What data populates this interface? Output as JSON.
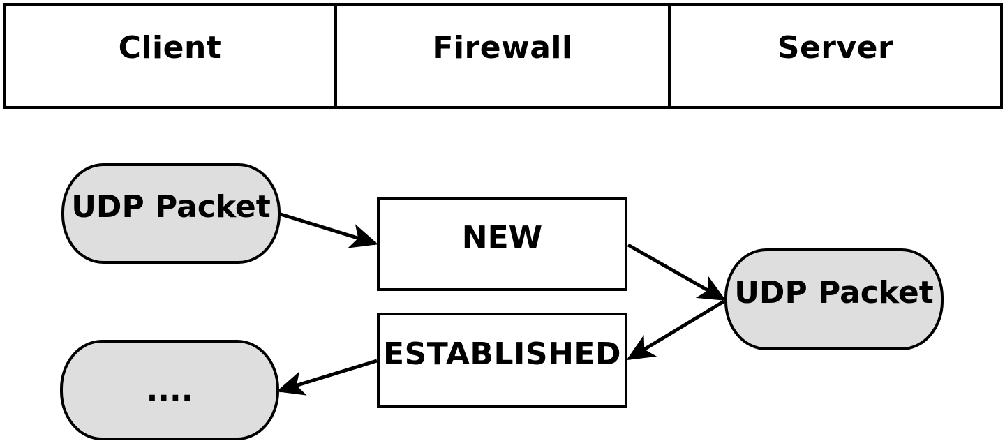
{
  "lanes": [
    {
      "label": "Client"
    },
    {
      "label": "Firewall"
    },
    {
      "label": "Server"
    }
  ],
  "nodes": {
    "client_packet": "UDP Packet",
    "state_new": "NEW",
    "server_packet": "UDP Packet",
    "state_established": "ESTABLISHED",
    "client_continuation": "...."
  },
  "colors": {
    "packet_fill": "#dedede",
    "stroke": "#000000",
    "state_fill": "#ffffff"
  }
}
